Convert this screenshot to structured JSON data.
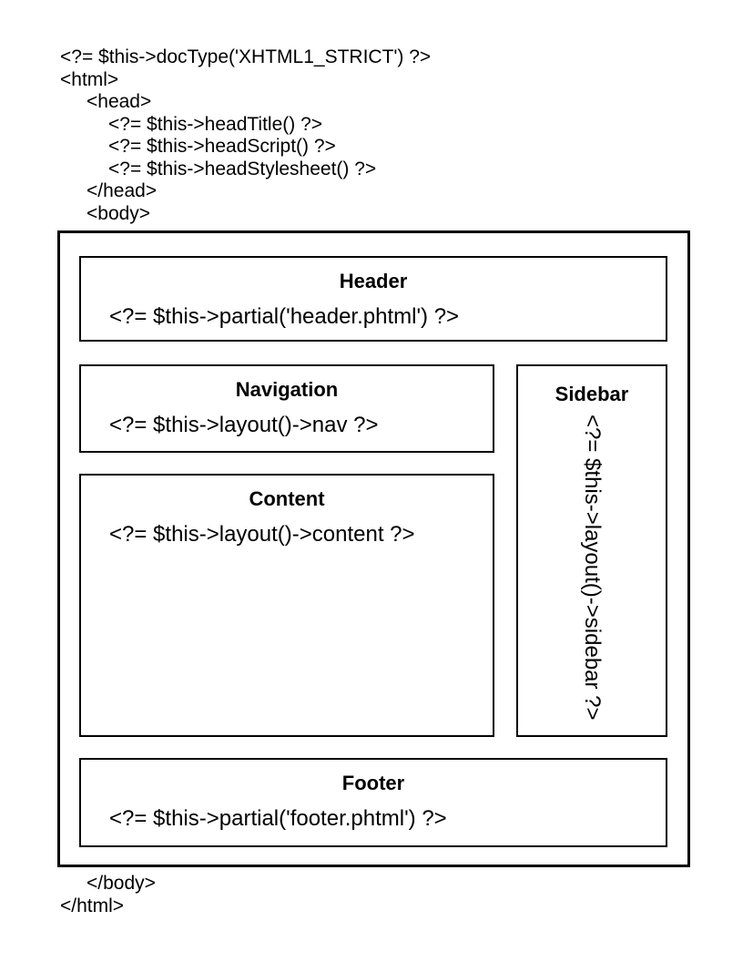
{
  "page": {
    "background": "#ffffff",
    "foreground": "#000000"
  },
  "source_top": {
    "lines": [
      "<?= $this->docType('XHTML1_STRICT') ?>",
      "<html>",
      "<head>",
      "<?= $this->headTitle() ?>",
      "<?= $this->headScript() ?>",
      "<?= $this->headStylesheet() ?>",
      "</head>",
      "<body>"
    ]
  },
  "layout_boxes": {
    "header": {
      "title": "Header",
      "code": "<?= $this->partial('header.phtml') ?>"
    },
    "navigation": {
      "title": "Navigation",
      "code": "<?= $this->layout()->nav ?>"
    },
    "content": {
      "title": "Content",
      "code": "<?= $this->layout()->content ?>"
    },
    "sidebar": {
      "title": "Sidebar",
      "code": "<?= $this->layout()->sidebar ?>"
    },
    "footer": {
      "title": "Footer",
      "code": "<?= $this->partial('footer.phtml') ?>"
    }
  },
  "source_bottom": {
    "lines": [
      "</body>",
      "</html>"
    ]
  }
}
